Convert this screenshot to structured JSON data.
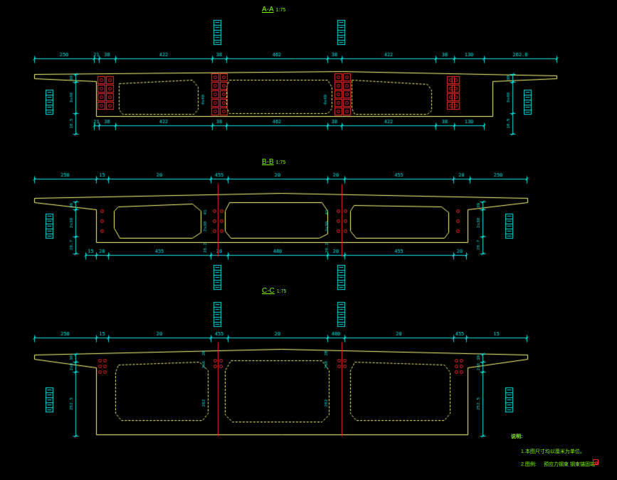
{
  "colors": {
    "background": "#000000",
    "outline": "#FFFF80",
    "dimension": "#00E5E5",
    "anchor": "#FF2A2A",
    "cable": "#FF2020",
    "title": "#7CFC00"
  },
  "sections": [
    {
      "title": "A-A",
      "scale": "1:75",
      "top_dims": [
        "250",
        "21",
        "38",
        "422",
        "38",
        "462",
        "38",
        "422",
        "38",
        "130",
        "262.8"
      ],
      "bottom_dims": [
        "21",
        "38",
        "422",
        "38",
        "462",
        "38",
        "422",
        "38",
        "130"
      ],
      "left_dims": [
        "30",
        "3x40",
        "10.5"
      ],
      "right_dims": [
        "30",
        "3x40",
        "10.5"
      ],
      "web_dims": [
        "4x40",
        "4x40"
      ]
    },
    {
      "title": "B-B",
      "scale": "1:75",
      "top_dims": [
        "250",
        "15",
        "20",
        "455",
        "20",
        "480",
        "20",
        "455",
        "20",
        "15",
        "250"
      ],
      "bottom_dims": [
        "15",
        "20",
        "455",
        "20",
        "480",
        "20",
        "455",
        "20",
        "15"
      ],
      "left_dims": [
        "39",
        "2x30",
        "26.7"
      ],
      "right_dims": [
        "39",
        "2x30",
        "26.7"
      ],
      "web_dims": [
        "2x30",
        "41",
        "26.2",
        "2x30",
        "41",
        "26.2"
      ]
    },
    {
      "title": "C-C",
      "scale": "1:75",
      "top_dims": [
        "250",
        "15",
        "20",
        "455",
        "20",
        "480",
        "20",
        "455",
        "15",
        "250"
      ],
      "bottom_dims": [],
      "left_dims": [
        "30",
        "2x6",
        "252.5"
      ],
      "right_dims": [
        "30",
        "2x6",
        "252.5"
      ],
      "web_dims": [
        "28",
        "2x6",
        "262",
        "28",
        "2x6",
        "262"
      ]
    }
  ],
  "notes": {
    "heading": "说明:",
    "line1": "1.本图尺寸均以厘米为单位。",
    "line2": "2.图例:",
    "legend_a": "预应力钢束",
    "legend_b": "钢束锚固端"
  }
}
